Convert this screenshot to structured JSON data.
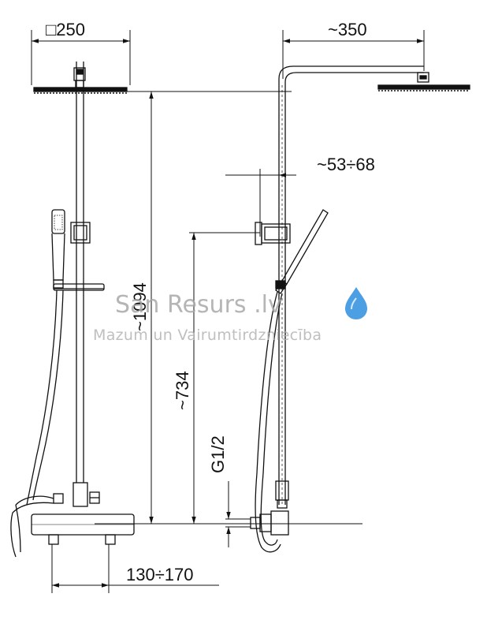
{
  "dimensions": {
    "head_size": "□250",
    "arm_length": "~350",
    "wall_offset": "~53÷68",
    "total_height": "~1094",
    "holder_height": "~734",
    "thread": "G1/2",
    "inlet_spacing": "130÷170"
  },
  "watermark": {
    "brand": "San Resurs .lv",
    "tagline": "Mazum un Vairumtirdzniecība",
    "drop_color": "#2f8fe0"
  }
}
